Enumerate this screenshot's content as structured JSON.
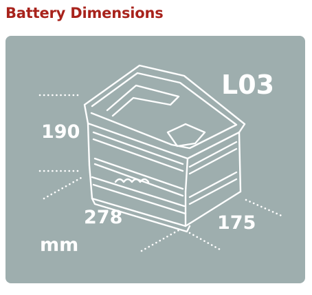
{
  "title": "Battery Dimensions",
  "model": "L03",
  "dimensions": {
    "height": "190",
    "length": "278",
    "width": "175",
    "unit": "mm"
  },
  "colors": {
    "title": "#a8231c",
    "panel": "#9eaeae",
    "line": "#ffffff"
  },
  "icons": [
    "battery-outline-icon"
  ]
}
